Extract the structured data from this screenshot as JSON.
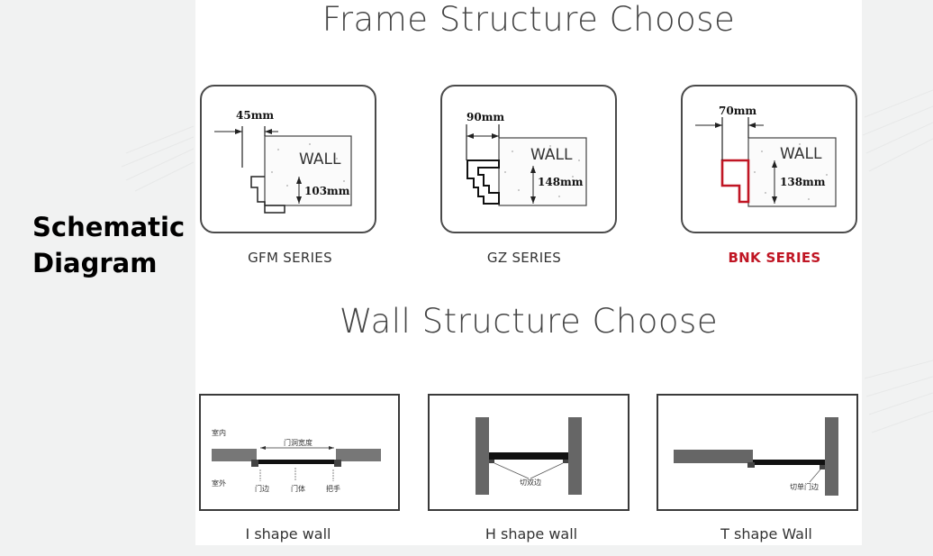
{
  "side_label_line1": "Schematic",
  "side_label_line2": "Diagram",
  "frame_title": "Frame Structure Choose",
  "wall_title": "Wall Structure Choose",
  "frame_series": [
    {
      "name": "GFM SERIES",
      "gap": "45mm",
      "depth": "103mm",
      "wall_text": "WALL"
    },
    {
      "name": "GZ SERIES",
      "gap": "90mm",
      "depth": "148mm",
      "wall_text": "WALL"
    },
    {
      "name": "BNK SERIES",
      "gap": "70mm",
      "depth": "138mm",
      "wall_text": "WALL",
      "highlight_color": "#c01624"
    }
  ],
  "wall_types": [
    {
      "name": "I shape wall",
      "notes": {
        "indoor": "室内",
        "outdoor": "室外",
        "opening": "门洞宽度",
        "frame": "门边",
        "door": "门体",
        "handle": "把手"
      }
    },
    {
      "name": "H shape wall",
      "notes": {
        "cut_edge": "切双边"
      }
    },
    {
      "name": "T shape Wall",
      "notes": {
        "cut_edge": "切单门边"
      }
    }
  ]
}
